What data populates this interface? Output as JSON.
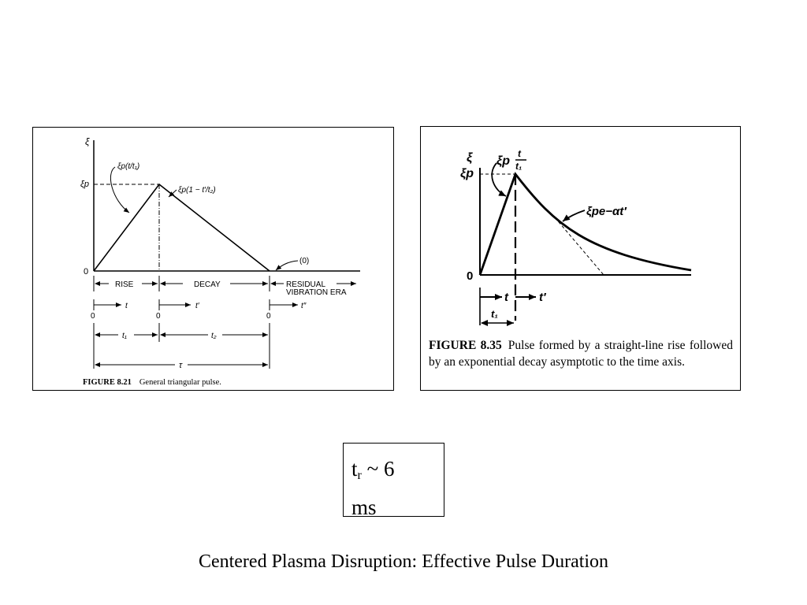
{
  "figures": {
    "left": {
      "axis": {
        "y": "ξ",
        "peak": "ξp",
        "zero": "0"
      },
      "curves": {
        "rise": "ξp(t/t₁)",
        "decay": "ξp(1 − t′/t₂)",
        "residual": "(0)"
      },
      "phases": {
        "rise": "RISE",
        "decay": "DECAY",
        "residual_line1": "RESIDUAL",
        "residual_line2": "VIBRATION ERA"
      },
      "time_axes": {
        "t": "t",
        "t_prime": "t′",
        "t_double_prime": "t″",
        "zero": "0"
      },
      "durations": {
        "t1": "t₁",
        "t2": "t₂",
        "tau": "τ"
      },
      "caption": {
        "number": "FIGURE 8.21",
        "text": "General triangular pulse."
      }
    },
    "right": {
      "axis": {
        "y": "ξ",
        "peak": "ξp",
        "zero": "0"
      },
      "curves": {
        "rise_main": "ξp",
        "rise_num": "t",
        "rise_den": "t₁",
        "decay": "ξpe−αt′"
      },
      "time_axes": {
        "t": "t",
        "t_prime": "t′",
        "t1": "t₁"
      },
      "caption": {
        "number": "FIGURE 8.35",
        "text": "Pulse formed by a straight-line rise followed by an exponential decay asymptotic to the time axis."
      }
    }
  },
  "annotation": {
    "symbol": "t",
    "subscript": "r",
    "value": "~ 6",
    "unit": "ms"
  },
  "slide_title": "Centered Plasma Disruption: Effective Pulse Duration"
}
